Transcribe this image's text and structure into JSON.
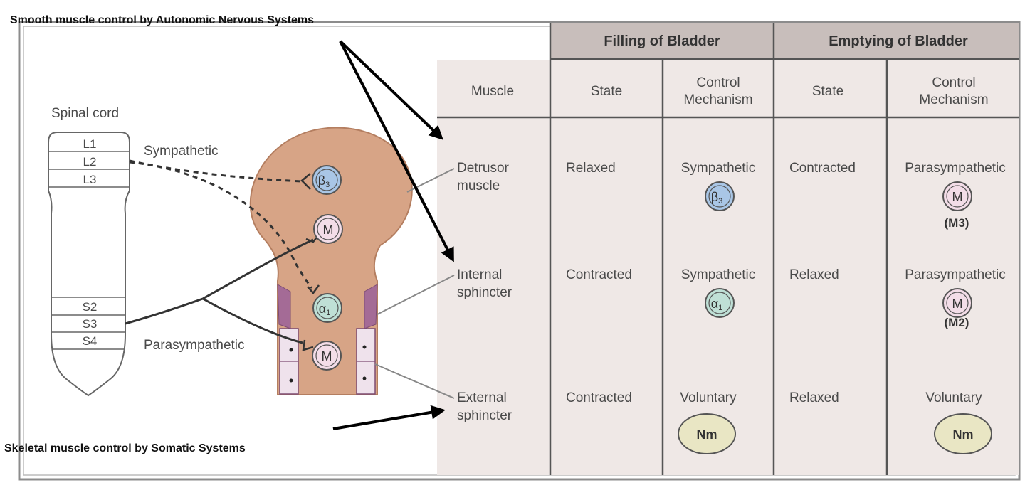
{
  "annotations": {
    "top": "Smooth muscle control by Autonomic Nervous Systems",
    "bottom": "Skeletal muscle control by Somatic Systems"
  },
  "diagram": {
    "spinal_cord_label": "Spinal cord",
    "segments_upper": [
      "L1",
      "L2",
      "L3"
    ],
    "segments_lower": [
      "S2",
      "S3",
      "S4"
    ],
    "sympathetic_label": "Sympathetic",
    "parasympathetic_label": "Parasympathetic",
    "receptors": {
      "beta3": "β",
      "beta3_sub": "3",
      "m": "M",
      "alpha1": "α",
      "alpha1_sub": "1"
    },
    "muscle_labels": {
      "detrusor": [
        "Detrusor",
        "muscle"
      ],
      "internal": [
        "Internal",
        "sphincter"
      ],
      "external": [
        "External",
        "sphincter"
      ]
    }
  },
  "table": {
    "group_filling": "Filling of Bladder",
    "group_emptying": "Emptying of Bladder",
    "col_muscle": "Muscle",
    "col_state": "State",
    "col_control": [
      "Control",
      "Mechanism"
    ],
    "rows": [
      {
        "filling_state": "Relaxed",
        "filling_control": "Sympathetic",
        "filling_symbol": "β",
        "filling_symbol_sub": "3",
        "emptying_state": "Contracted",
        "emptying_control": "Parasympathetic",
        "emptying_symbol": "M",
        "emptying_note": "(M3)"
      },
      {
        "filling_state": "Contracted",
        "filling_control": "Sympathetic",
        "filling_symbol": "α",
        "filling_symbol_sub": "1",
        "emptying_state": "Relaxed",
        "emptying_control": "Parasympathetic",
        "emptying_symbol": "M",
        "emptying_note": "(M2)"
      },
      {
        "filling_state": "Contracted",
        "filling_control": "Voluntary",
        "filling_symbol": "Nm",
        "emptying_state": "Relaxed",
        "emptying_control": "Voluntary",
        "emptying_symbol": "Nm"
      }
    ]
  },
  "colors": {
    "bladder": "#d7a486",
    "bladder_stroke": "#b47e60",
    "sphincter_internal": "#a46b96",
    "sphincter_external": "#efe2ec",
    "header_bg": "#c8bebb",
    "table_bg": "#efe8e6",
    "beta_fill": "#a9c6e6",
    "alpha_fill": "#bfe0d6",
    "m_fill": "#f3dde8",
    "nm_fill": "#e9e6c4"
  }
}
